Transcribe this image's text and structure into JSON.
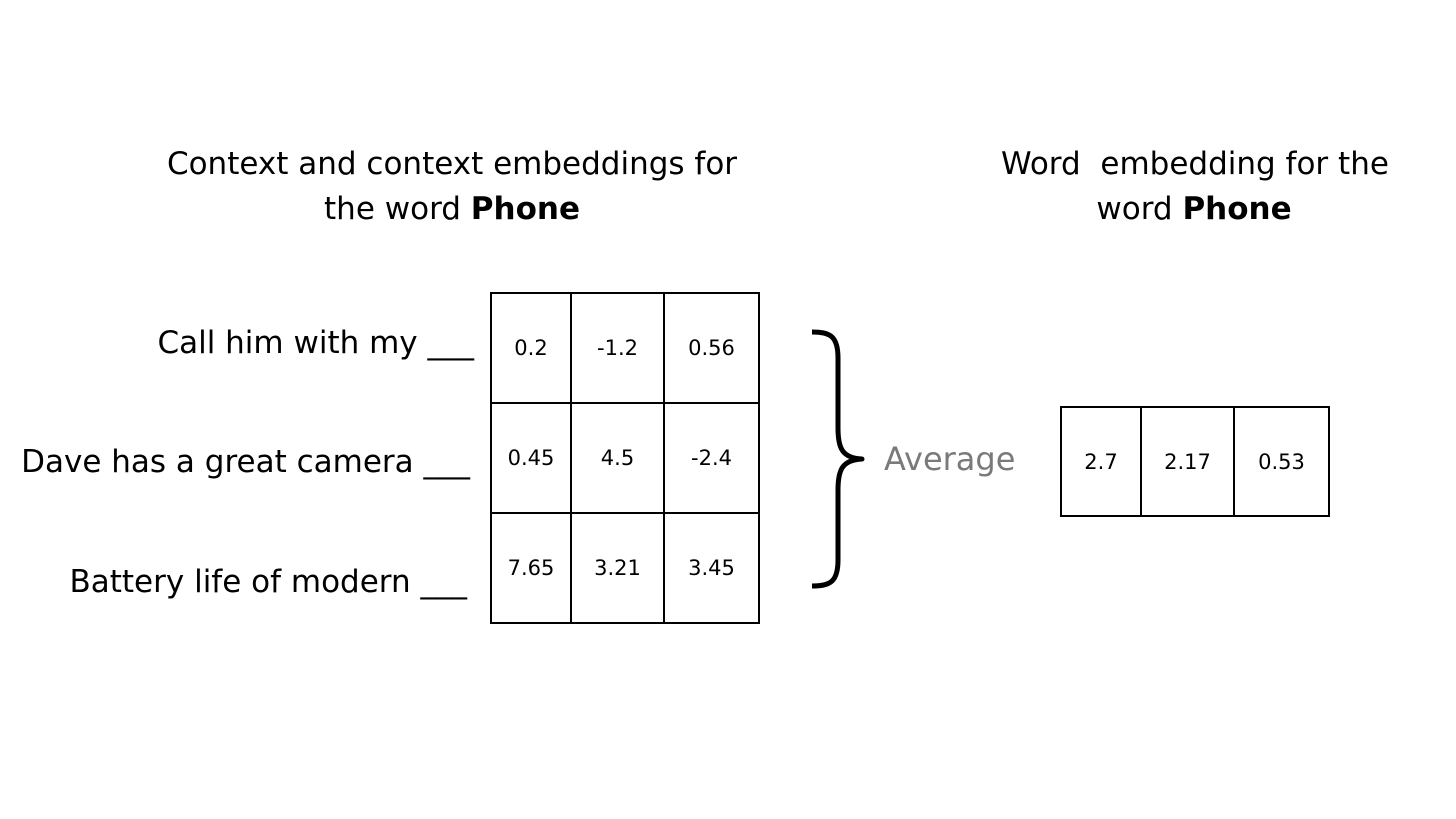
{
  "left_heading": {
    "line1": "Context and context embeddings for",
    "line2_prefix": "the word ",
    "line2_bold": "Phone"
  },
  "right_heading": {
    "line1": "Word  embedding for the",
    "line2_prefix": "word ",
    "line2_bold": "Phone"
  },
  "contexts": [
    {
      "sentence": "Call him with my ___",
      "values": [
        "0.2",
        "-1.2",
        "0.56"
      ]
    },
    {
      "sentence": "Dave has a great camera ___",
      "values": [
        "0.45",
        "4.5",
        "-2.4"
      ]
    },
    {
      "sentence": "Battery life of modern ___",
      "values": [
        "7.65",
        "3.21",
        "3.45"
      ]
    }
  ],
  "operation_label": "Average",
  "word_embedding": [
    "2.7",
    "2.17",
    "0.53"
  ],
  "colors": {
    "text": "#000000",
    "operation_label": "#7a7a7a",
    "cell_border": "#000000"
  },
  "icons": {
    "brace": "right-curly-brace-icon"
  }
}
